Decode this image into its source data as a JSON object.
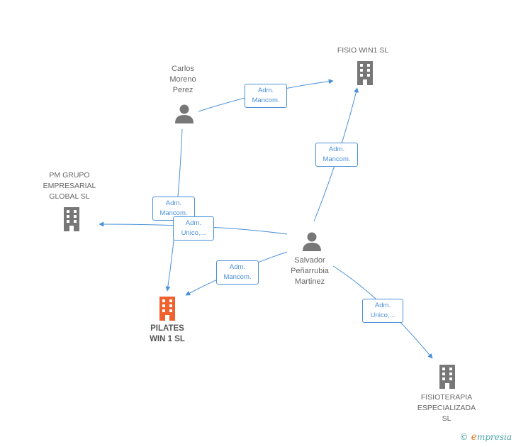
{
  "colors": {
    "edge": "#4a90d9",
    "person": "#777777",
    "company": "#777777",
    "focus_company": "#f0622d"
  },
  "nodes": {
    "carlos": {
      "label": "Carlos\nMoreno\nPerez",
      "icon": "person-icon"
    },
    "fisio_win1": {
      "label": "FISIO WIN1  SL",
      "icon": "building-icon"
    },
    "pm_grupo": {
      "label": "PM GRUPO\nEMPRESARIAL\nGLOBAL  SL",
      "icon": "building-icon"
    },
    "salvador": {
      "label": "Salvador\nPeñarrubia\nMartinez",
      "icon": "person-icon"
    },
    "pilates": {
      "label": "PILATES\nWIN 1  SL",
      "icon": "building-icon"
    },
    "fisioterapia": {
      "label": "FISIOTERAPIA\nESPECIALIZADA\nSL",
      "icon": "building-icon"
    }
  },
  "edges": {
    "carlos_fisio": "Adm.\nMancom.",
    "salvador_fisio": "Adm.\nMancom.",
    "carlos_pilates": "Adm.\nMancom.",
    "salvador_pm": "Adm.\nUnico,...",
    "salvador_pilates": "Adm.\nMancom.",
    "salvador_fisioterapia": "Adm.\nUnico,..."
  },
  "watermark": {
    "copyright": "©",
    "brand_initial": "e",
    "brand_rest": "mpresia"
  }
}
